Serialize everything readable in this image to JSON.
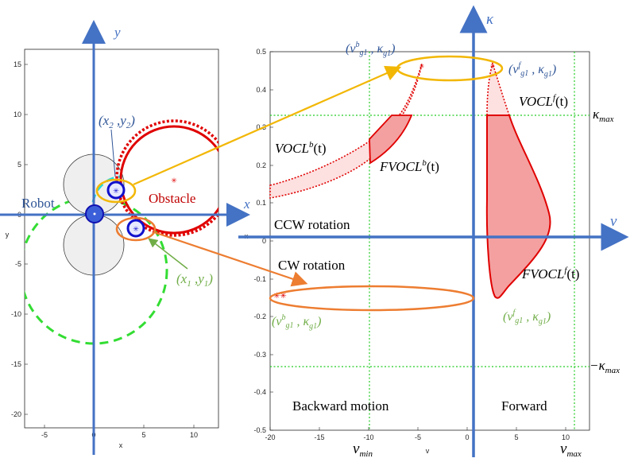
{
  "left_plot": {
    "y_ticks": [
      "15",
      "10",
      "5",
      "0",
      "-5",
      "-10",
      "-15",
      "-20"
    ],
    "x_ticks": [
      "-5",
      "0",
      "5",
      "10"
    ],
    "xlabel": "x",
    "ylabel": "y",
    "axis_x_name": "x",
    "axis_y_name": "y",
    "robot_label": "Robot",
    "obstacle_label": "Obstacle",
    "point2_label": "(x",
    "point2_sub1": "2",
    "point2_mid": " ,y",
    "point2_sub2": "2",
    "point2_close": ")",
    "point1_label": "(x",
    "point1_sub1": "1",
    "point1_mid": " ,y",
    "point1_sub2": "1",
    "point1_close": ")"
  },
  "right_plot": {
    "y_ticks": [
      "0.5",
      "0.4",
      "0.3",
      "0.2",
      "0.1",
      "0",
      "-0.1",
      "-0.2",
      "-0.3",
      "-0.4",
      "-0.5"
    ],
    "x_ticks": [
      "-20",
      "-15",
      "-10",
      "-5",
      "0",
      "5",
      "10"
    ],
    "xlabel": "v",
    "ylabel": "κ",
    "axis_v_name": "v",
    "axis_kappa_name": "κ",
    "kappa_max": "κ",
    "kappa_max_sub": "max",
    "neg_kappa_max": "−κ",
    "neg_kappa_max_sub": "max",
    "v_min": "v",
    "v_min_sub": "min",
    "v_max": "v",
    "v_max_sub": "max",
    "ccw": "CCW rotation",
    "cw": "CW rotation",
    "backward": "Backward motion",
    "forward": "Forward",
    "vocl_b": "VOCL",
    "vocl_b_sup": "b",
    "vocl_b_t": "(t)",
    "fvocl_b": "FVOCL",
    "fvocl_b_sup": "b",
    "fvocl_b_t": "(t)",
    "vocl_f": "VOCL",
    "vocl_f_sup": "f",
    "vocl_f_t": "(t)",
    "fvocl_f": "FVOCL",
    "fvocl_f_sup": "f",
    "fvocl_f_t": "(t)",
    "top_b_open": "(v",
    "top_b_sup": "b",
    "top_b_sub": "g1",
    "top_b_mid": " , κ",
    "top_b_sub2": "g1",
    "top_b_close": ")",
    "top_f_open": "(v",
    "top_f_sup": "f",
    "top_f_sub": "g1",
    "top_f_mid": " , κ",
    "top_f_sub2": "g1",
    "top_f_close": ")",
    "bot_b_open": "(v",
    "bot_b_sup": "b",
    "bot_b_sub": "g1",
    "bot_b_mid": " , κ",
    "bot_b_sub2": "g1",
    "bot_b_close": ")",
    "bot_f_open": "(v",
    "bot_f_sup": "f",
    "bot_f_sub": "g1",
    "bot_f_mid": " , κ",
    "bot_f_sub2": "g1",
    "bot_f_close": ")"
  },
  "colors": {
    "axis_blue": "#4472c4",
    "red": "#e00000",
    "green": "#33dd33",
    "orange": "#ed7d31",
    "gold": "#f2b705",
    "cyan": "#22dddd",
    "label_blue": "#2f5597",
    "label_green": "#70ad47",
    "label_red": "#c00000"
  }
}
